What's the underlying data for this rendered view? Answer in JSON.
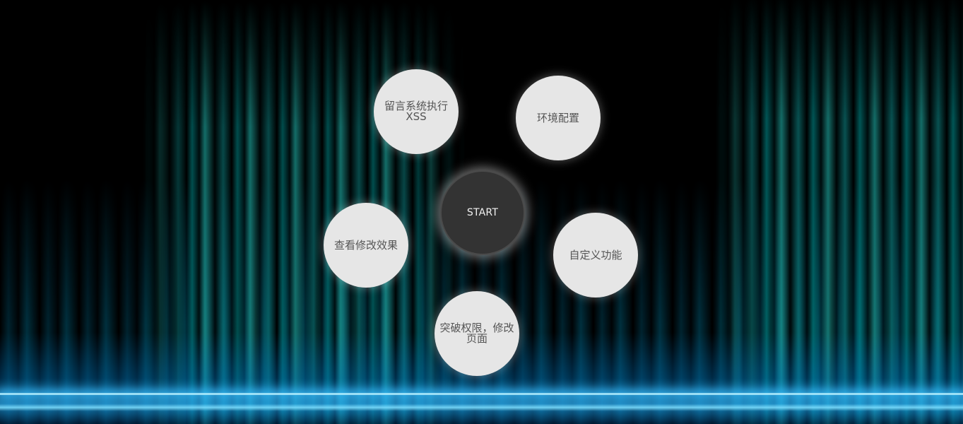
{
  "menu": {
    "start_label": "START",
    "items": [
      {
        "id": "xss",
        "label": "留言系统执行\nXSS"
      },
      {
        "id": "env",
        "label": "环境配置"
      },
      {
        "id": "view",
        "label": "查看修改效果"
      },
      {
        "id": "custom",
        "label": "自定义功能"
      },
      {
        "id": "break",
        "label": "突破权限，修改\n页面"
      }
    ]
  },
  "colors": {
    "background": "#000000",
    "circle_fill": "#e6e6e6",
    "start_fill": "#333333",
    "aurora_teal": "#1ec8c8",
    "floor_blue": "#28aaf0"
  }
}
